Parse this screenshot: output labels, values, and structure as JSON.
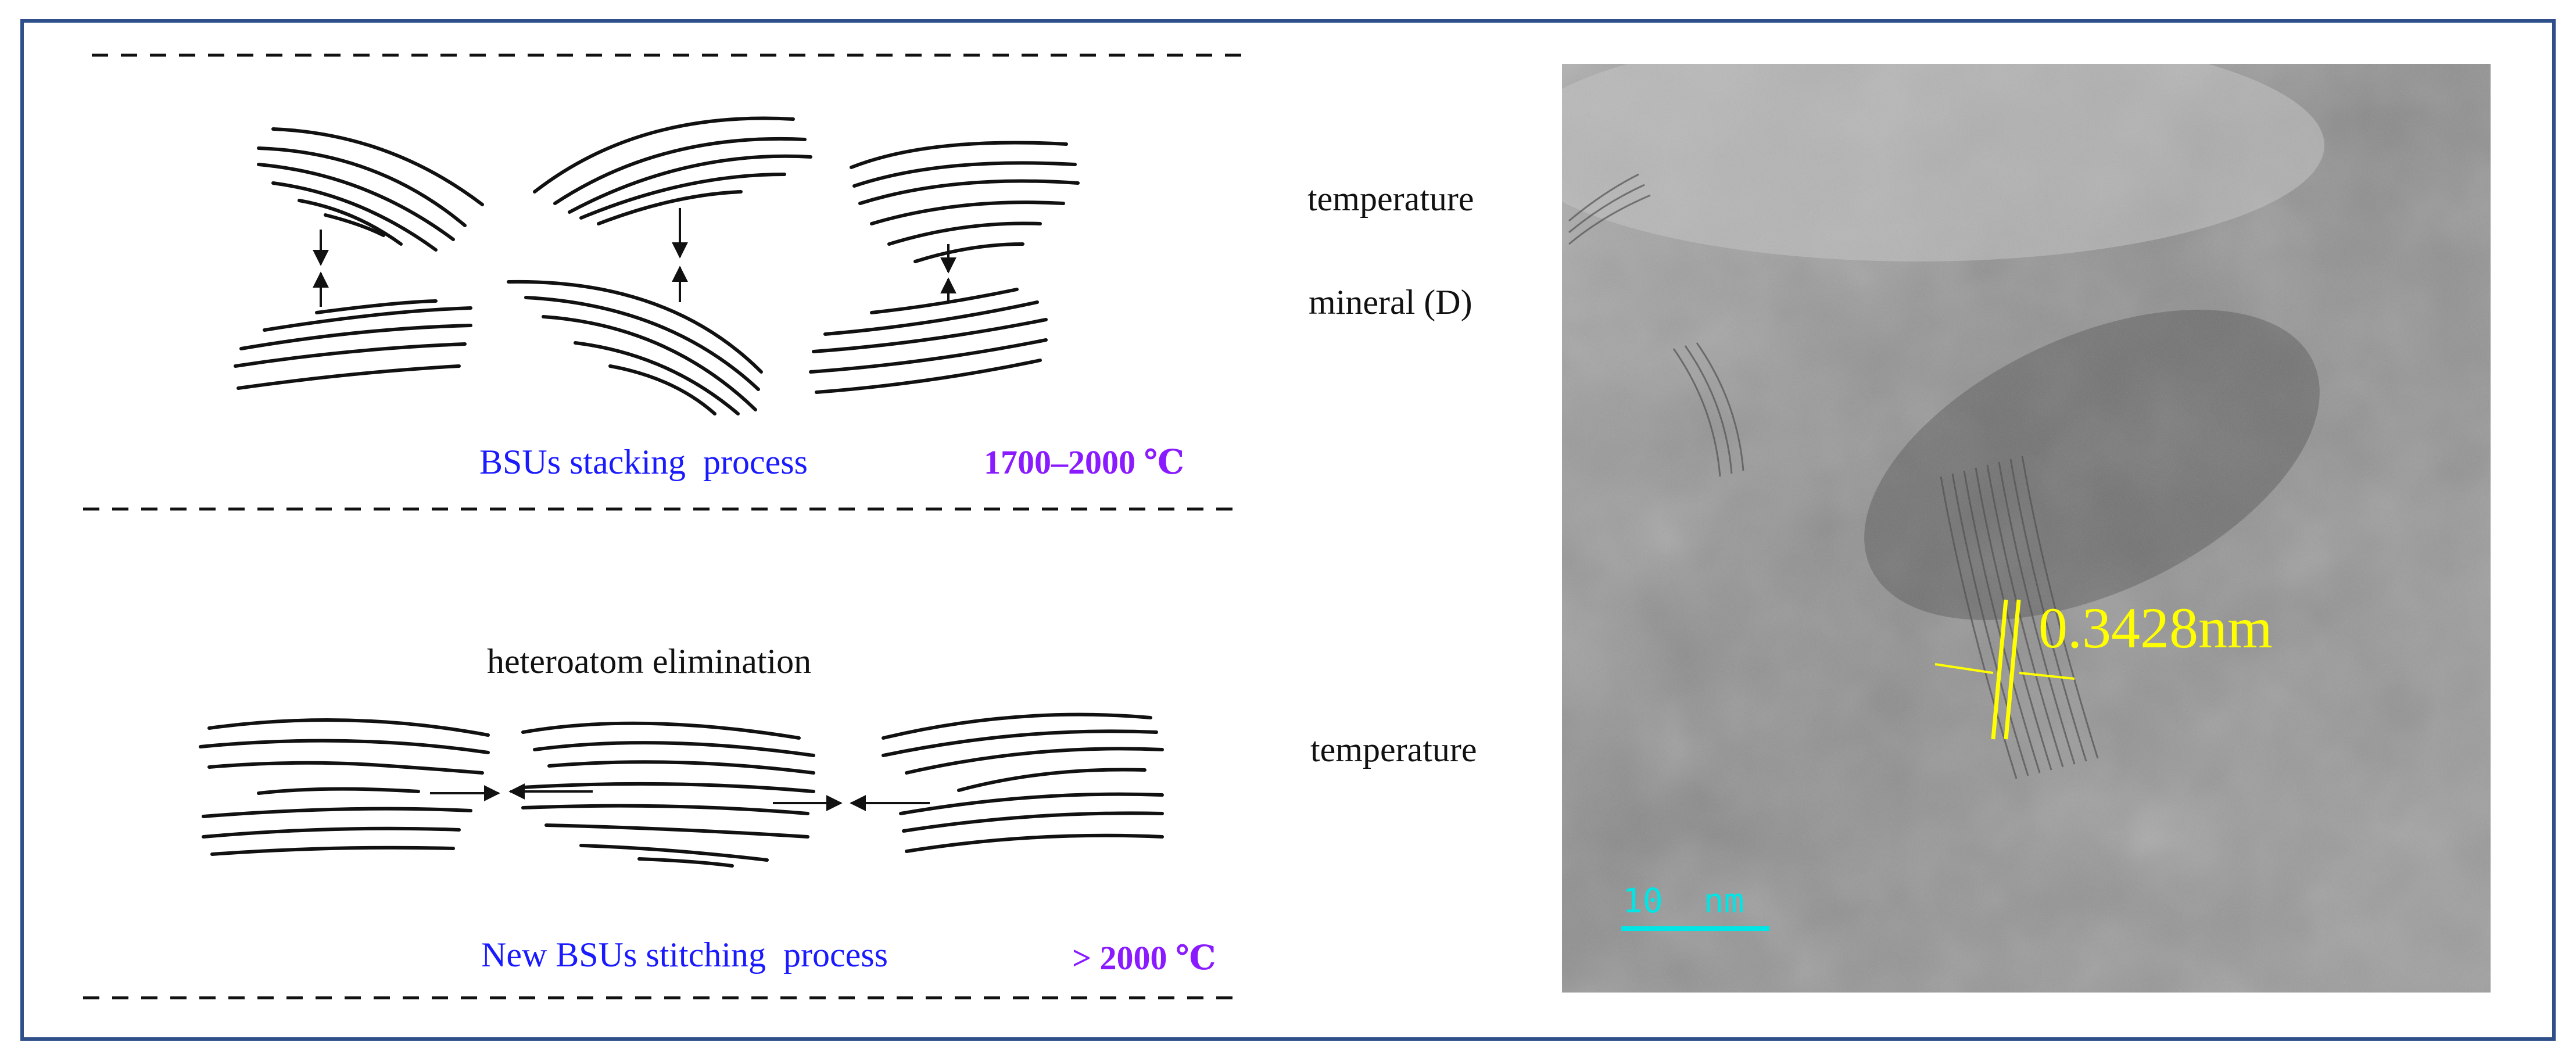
{
  "panel_top": {
    "process_label": "BSUs stacking  process",
    "temperature_label": "1700–2000 ℃"
  },
  "panel_bottom": {
    "annotation": "heteroatom elimination",
    "process_label": "New BSUs stitching  process",
    "temperature_label": "> 2000 ℃"
  },
  "middle_labels": {
    "label_1": "temperature",
    "label_2": "mineral (D)",
    "label_3": "temperature"
  },
  "micrograph": {
    "lattice_spacing": "0.3428nm",
    "scale_bar": "10  nm"
  },
  "colors": {
    "frame": "#2f4f8a",
    "process_text": "#1a1aff",
    "temperature_text": "#8a1aff",
    "lattice_annotation": "#ffff00",
    "scale_bar": "#00e5e5",
    "ink": "#111111"
  }
}
